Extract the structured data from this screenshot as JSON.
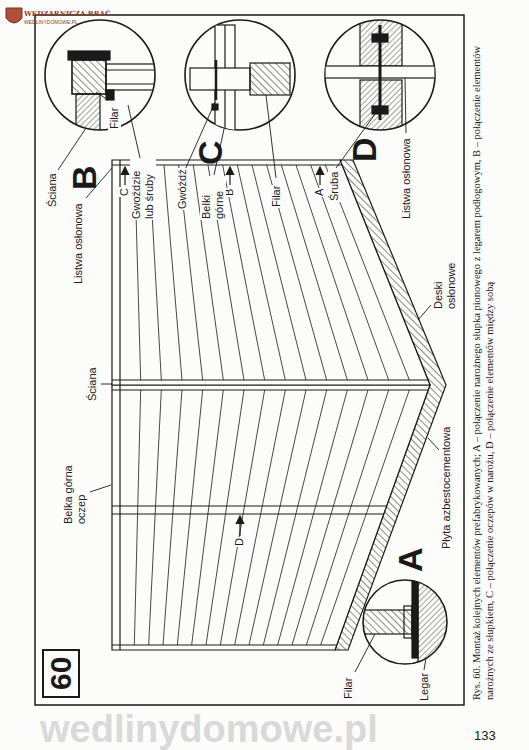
{
  "diagram": {
    "caption": "Rys. 60. Montaż kolejnych elementów prefabrykowanych; A – połączenie narożnego słupka pionowego z legarem podłogowym, B – połączenie elementów narożnych ze słupkiem, C – połączenie oczepów w narożu, D – połączenie elementów między sobą",
    "nodes": [
      {
        "text": [
          "60"
        ]
      }
    ],
    "labels": [
      "WĘDZARNICZA BRAĆ",
      "WEDLINYDOMOWE.PL",
      "Belka górna oczep",
      "Ściana",
      "Listwa osłonowa",
      "C",
      "B",
      "A",
      "D",
      "Deski osłonowe",
      "Płyta azbestocementowa",
      "Filar",
      "Legar",
      "A",
      "Ściana",
      "B",
      "Filar",
      "Gwoździe lub śruby",
      "Gwóźdź",
      "Belki górne",
      "C",
      "Filar",
      "Śruba",
      "Listwa osłonowa",
      "D",
      "wedlinydomowe.pl",
      "133"
    ]
  }
}
